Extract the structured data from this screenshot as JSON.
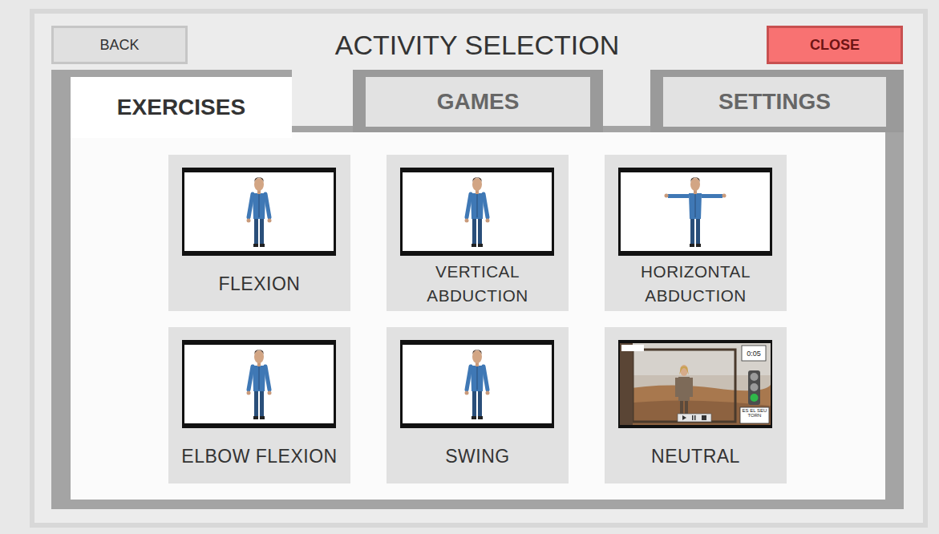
{
  "diagram": {
    "title": "ACTIVITY SELECTION",
    "nodes": [
      {
        "text": [
          "BACK"
        ]
      },
      {
        "text": [
          "CLOSE"
        ]
      },
      {
        "text": [
          "EXERCISES"
        ]
      },
      {
        "text": [
          "GAMES"
        ]
      },
      {
        "text": [
          "SETTINGS"
        ]
      },
      {
        "text": [
          "FLEXION"
        ]
      },
      {
        "text": [
          "VERTICAL ABDUCTION"
        ]
      },
      {
        "text": [
          "HORIZONTAL ABDUCTION"
        ]
      },
      {
        "text": [
          "ELBOW FLEXION"
        ]
      },
      {
        "text": [
          "SWING"
        ]
      },
      {
        "text": [
          "NEUTRAL"
        ]
      }
    ],
    "labels": [
      "0:05",
      "ES EL SEU TORN"
    ]
  }
}
